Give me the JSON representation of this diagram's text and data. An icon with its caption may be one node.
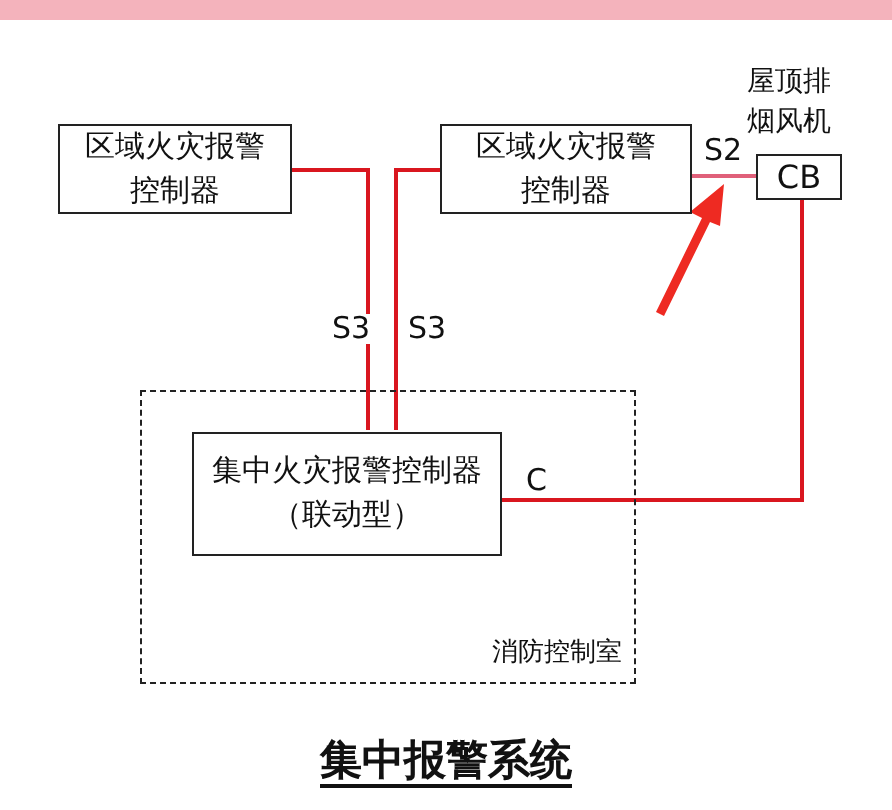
{
  "diagram": {
    "title": "集中报警系统",
    "nodes": [
      {
        "text": [
          "消防控制室"
        ]
      },
      {
        "text": [
          "区域火灾报警控制器"
        ]
      },
      {
        "text": [
          "区域火灾报警控制器"
        ]
      },
      {
        "text": [
          "CB"
        ],
        "beside": [
          "屋顶排烟风机"
        ]
      },
      {
        "text": [
          "集中火灾报警控制器（联动型）"
        ],
        "in": 0
      }
    ],
    "edges": [
      {
        "from": 1,
        "to": 4,
        "arrow": "none",
        "label": "S3"
      },
      {
        "from": 2,
        "to": 4,
        "arrow": "none",
        "label": "S3"
      },
      {
        "from": 2,
        "to": 3,
        "arrow": "none",
        "label": "S2",
        "color": "#e0607a"
      },
      {
        "from": 4,
        "to": 3,
        "arrow": "none",
        "label": "C"
      }
    ]
  }
}
